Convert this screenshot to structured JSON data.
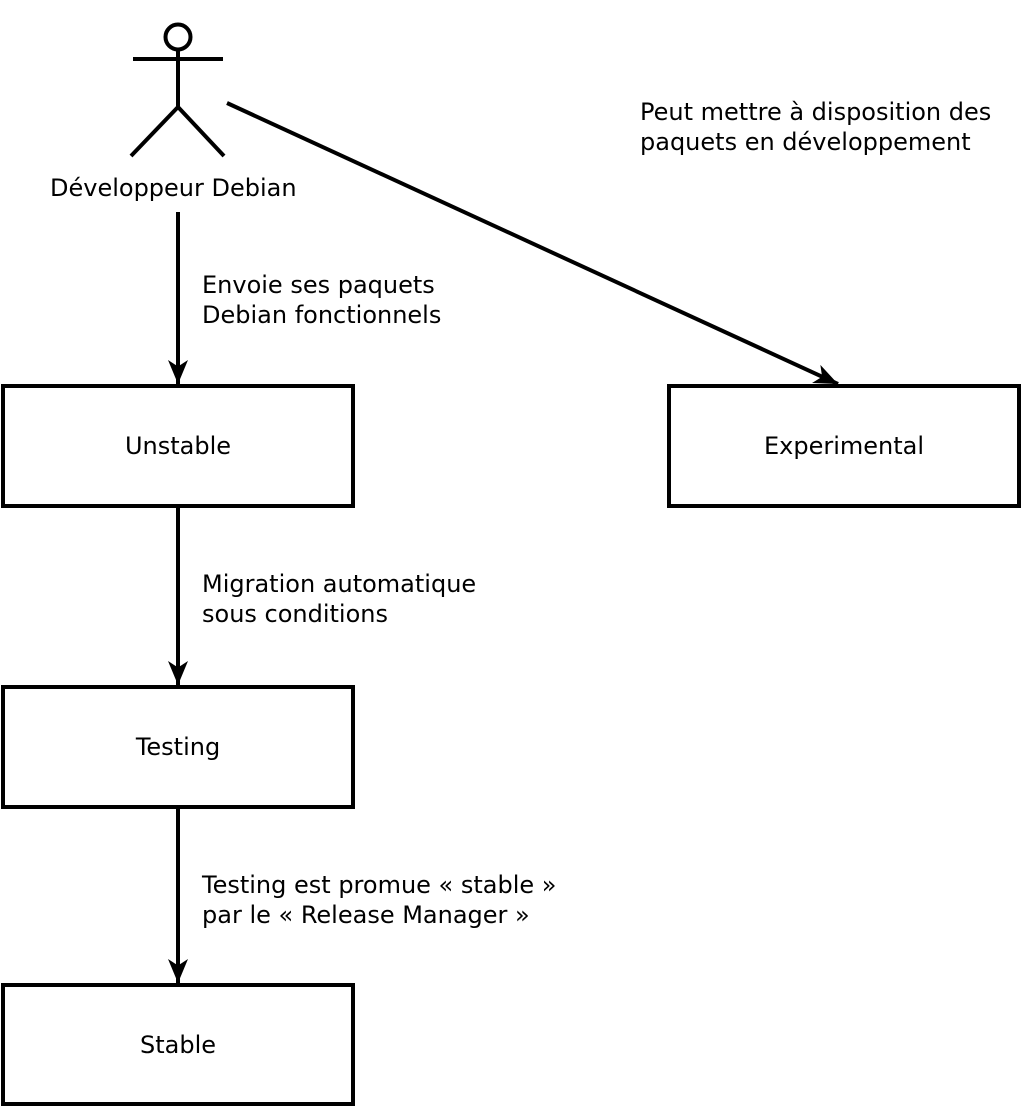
{
  "diagram": {
    "actor": {
      "label": "Développeur Debian"
    },
    "nodes": {
      "unstable": {
        "label": "Unstable"
      },
      "experimental": {
        "label": "Experimental"
      },
      "testing": {
        "label": "Testing"
      },
      "stable": {
        "label": "Stable"
      }
    },
    "annotations": {
      "experimental_note": {
        "line1": "Peut mettre à disposition des",
        "line2": "paquets en développement"
      },
      "upload": {
        "line1": "Envoie ses paquets",
        "line2": "Debian fonctionnels"
      },
      "migration": {
        "line1": "Migration automatique",
        "line2": "sous conditions"
      },
      "promotion": {
        "line1": "Testing est promue « stable »",
        "line2": "par le « Release Manager »"
      }
    },
    "colors": {
      "stroke": "#000000",
      "background": "#ffffff"
    }
  }
}
